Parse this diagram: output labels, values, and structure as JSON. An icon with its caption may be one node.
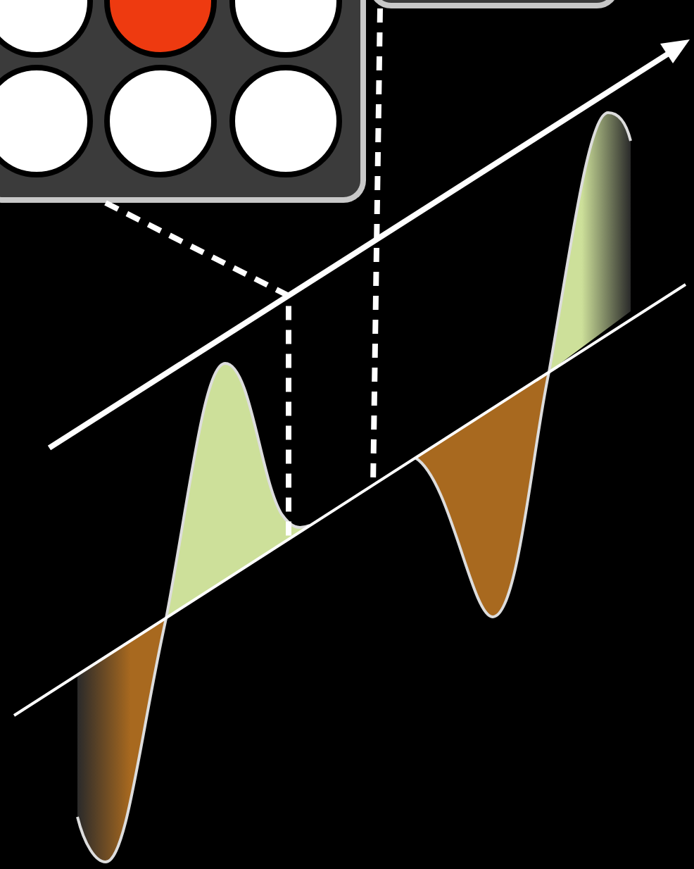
{
  "diagram": {
    "nodes": [
      {
        "text": [],
        "shape": "box"
      },
      {
        "text": [],
        "shape": "circle",
        "in": 0
      },
      {
        "text": [],
        "shape": "circle",
        "in": 0
      },
      {
        "text": [],
        "shape": "circle",
        "in": 0
      },
      {
        "text": [],
        "shape": "circle",
        "in": 0
      },
      {
        "text": [],
        "shape": "circle",
        "in": 0
      },
      {
        "text": [],
        "shape": "circle",
        "in": 0
      },
      {
        "text": [],
        "shape": "box"
      }
    ],
    "edges": [
      {
        "from": 0,
        "to": null,
        "arrow": "none",
        "style": "dashed"
      },
      {
        "from": 7,
        "to": null,
        "arrow": "none",
        "style": "dashed"
      }
    ]
  }
}
